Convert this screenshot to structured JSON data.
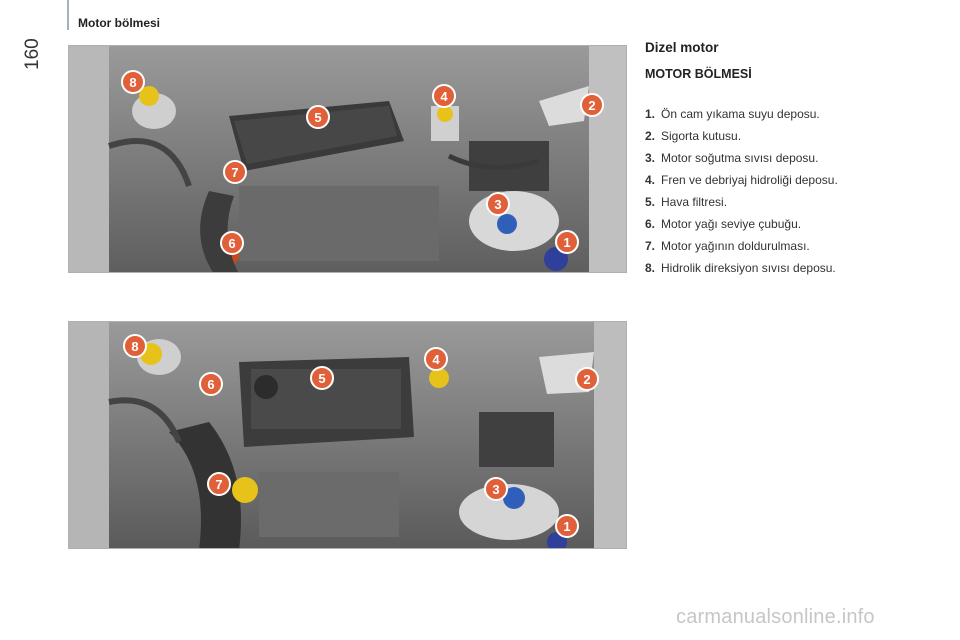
{
  "header": {
    "section_title": "Motor bölmesi",
    "page_number": "160"
  },
  "content": {
    "heading": "Dizel motor",
    "subheading": "MOTOR BÖLMESİ",
    "legend": [
      {
        "num": "1.",
        "text": "Ön cam yıkama suyu deposu."
      },
      {
        "num": "2.",
        "text": "Sigorta kutusu."
      },
      {
        "num": "3.",
        "text": "Motor soğutma sıvısı deposu."
      },
      {
        "num": "4.",
        "text": "Fren ve debriyaj hidroliği deposu."
      },
      {
        "num": "5.",
        "text": "Hava filtresi."
      },
      {
        "num": "6.",
        "text": "Motor yağı seviye çubuğu."
      },
      {
        "num": "7.",
        "text": "Motor yağının doldurulması."
      },
      {
        "num": "8.",
        "text": "Hidrolik direksiyon sıvısı deposu."
      }
    ]
  },
  "figures": [
    {
      "markers": [
        "8",
        "5",
        "4",
        "2",
        "7",
        "3",
        "6",
        "1"
      ]
    },
    {
      "markers": [
        "8",
        "6",
        "5",
        "4",
        "2",
        "7",
        "3",
        "1"
      ]
    }
  ],
  "watermark": "carmanualsonline.info",
  "colors": {
    "marker_fill": "#e0603a",
    "marker_ring": "#ffffff",
    "cap_yellow": "#e6c21a",
    "cap_blue": "#2f5fb8",
    "engine_dark": "#3a3a3a"
  }
}
